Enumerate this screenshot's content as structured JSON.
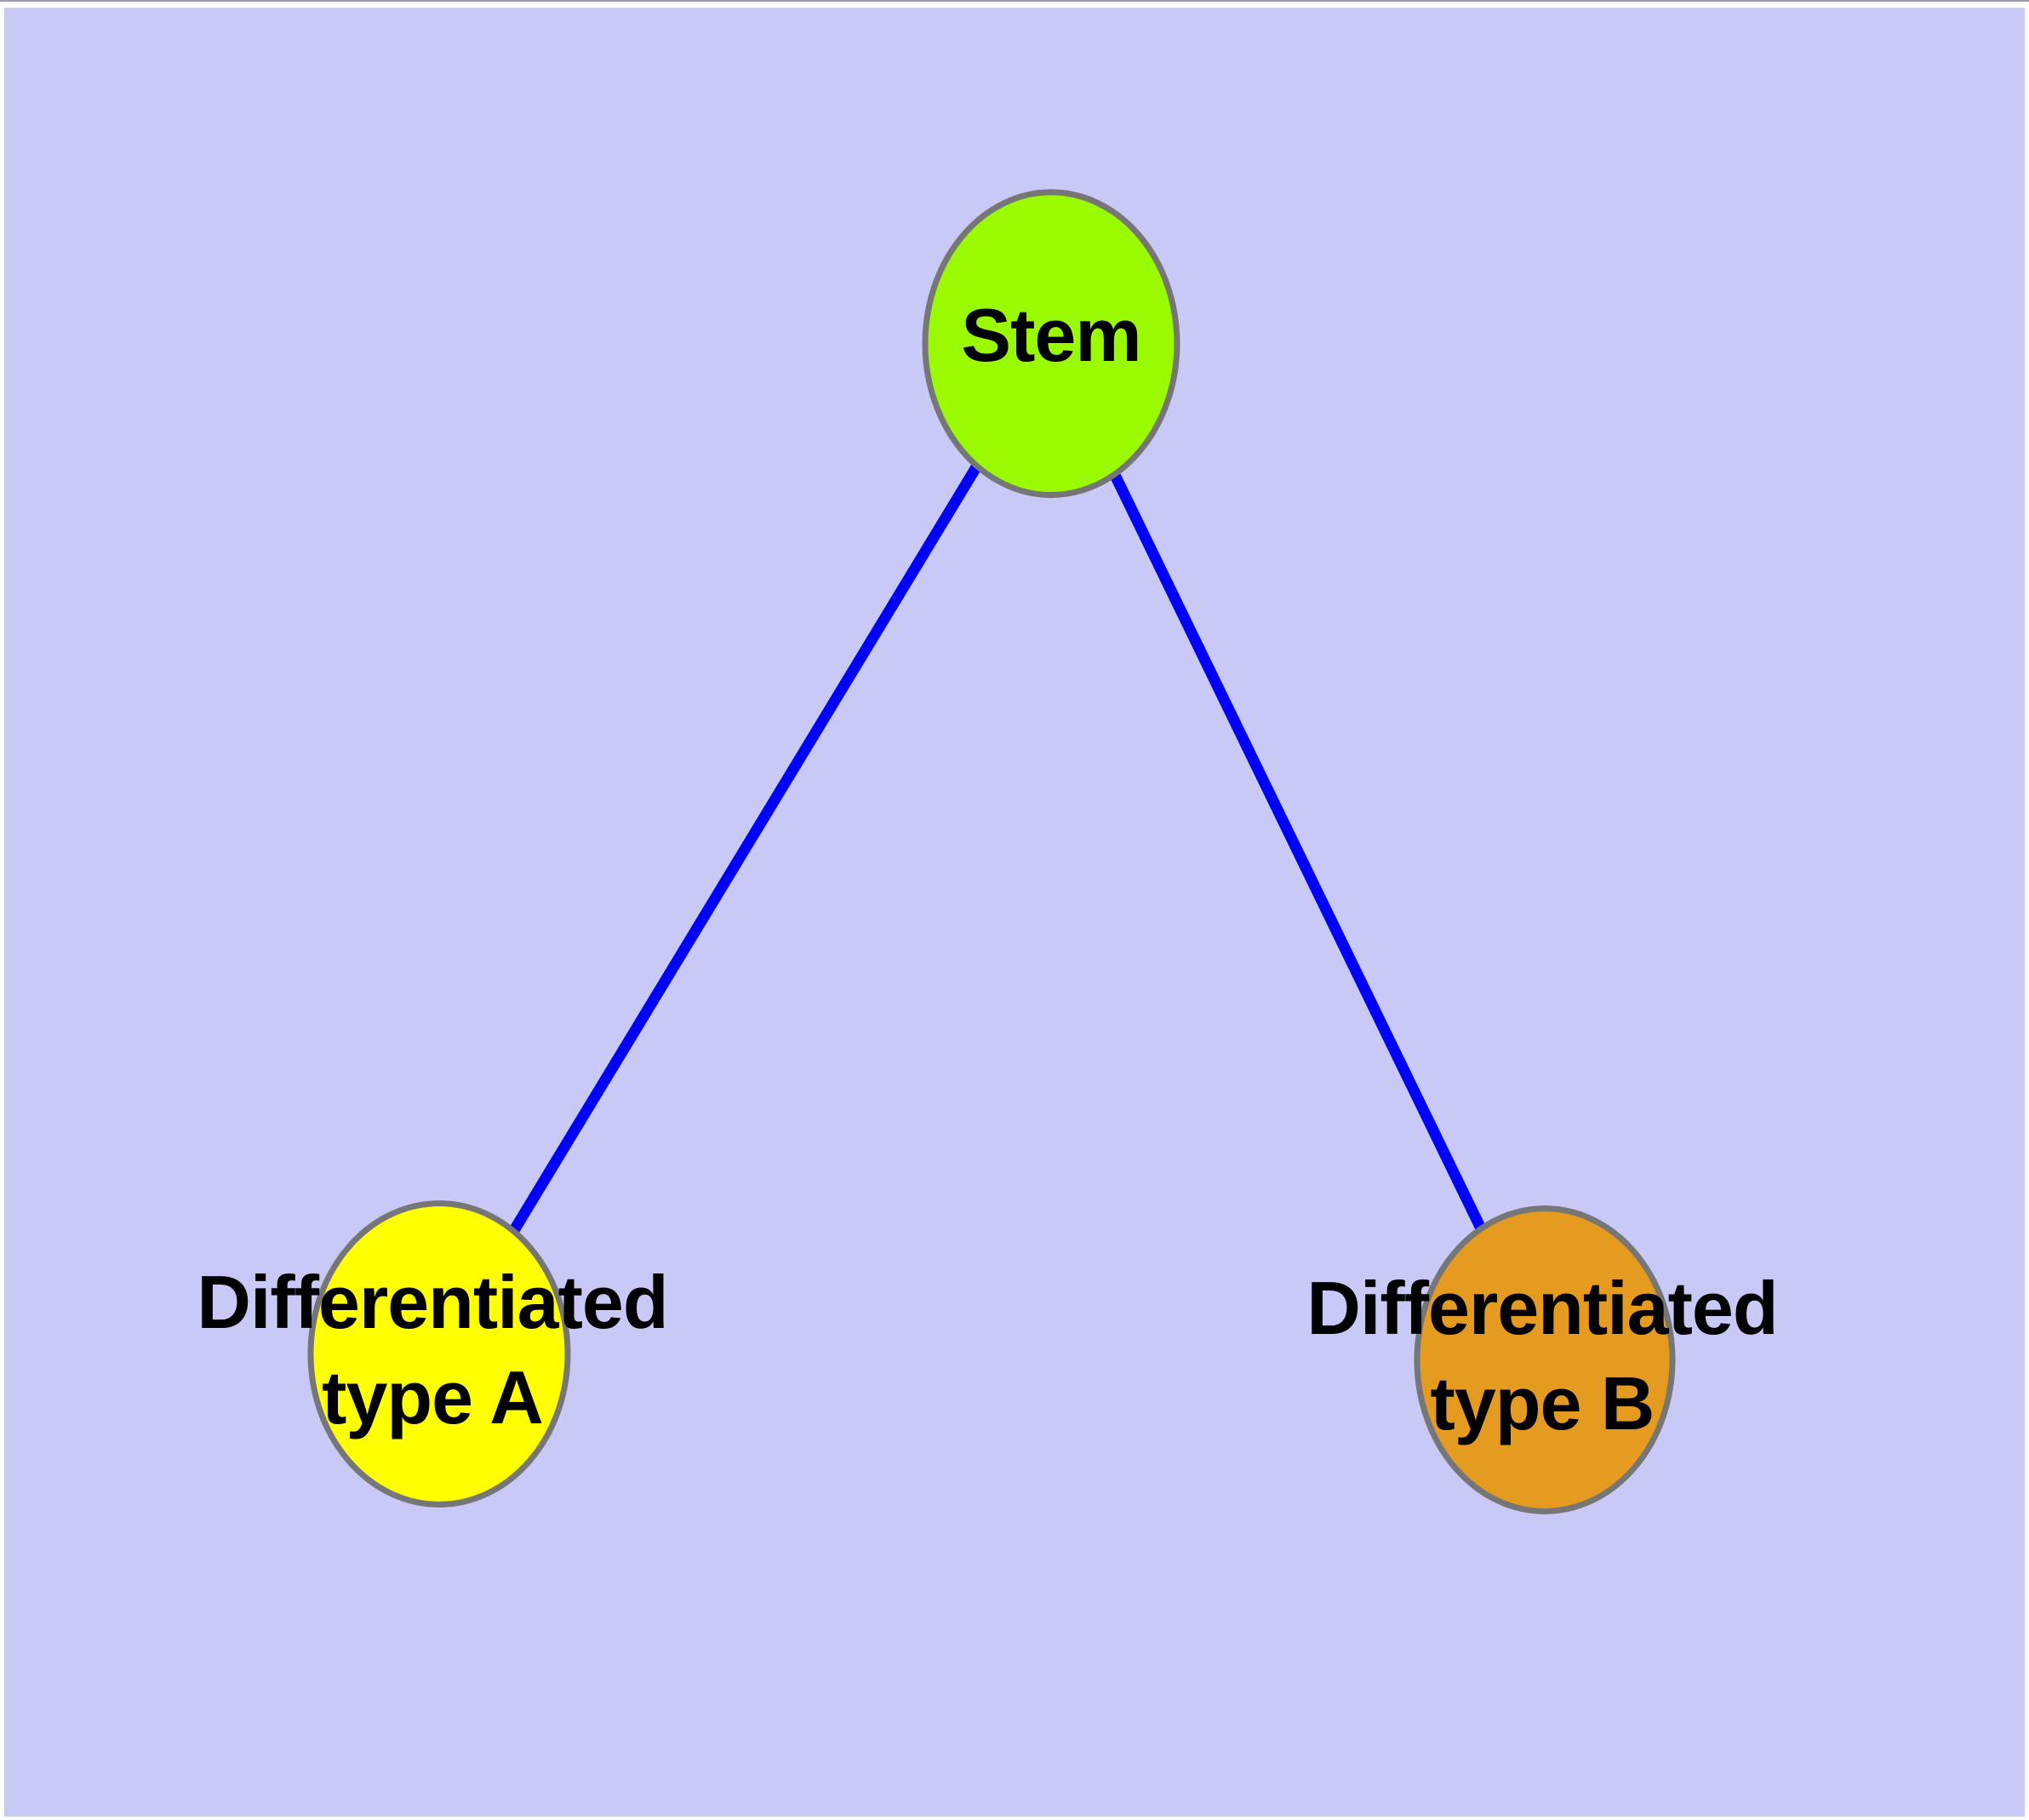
{
  "diagram": {
    "colors": {
      "background": "#C9C9F7",
      "frame": "#FFFFFF",
      "edge": "#0000FF",
      "node_border": "#767676",
      "label_text": "#000000",
      "stem_fill": "#9AFB00",
      "type_a_fill": "#FFFF00",
      "type_b_fill": "#E59B20"
    },
    "nodes": [
      {
        "id": "stem",
        "label": "Stem",
        "label_lines": [
          "Stem"
        ],
        "fill": "#9AFB00"
      },
      {
        "id": "differentiated-type-a",
        "label": "Differentiated type A",
        "label_lines": [
          "Differentiated",
          "type A"
        ],
        "fill": "#FFFF00"
      },
      {
        "id": "differentiated-type-b",
        "label": "Differentiated type B",
        "label_lines": [
          "Differentiated",
          "type B"
        ],
        "fill": "#E59B20"
      }
    ],
    "edges": [
      {
        "from": "Stem",
        "to": "Differentiated type A"
      },
      {
        "from": "Stem",
        "to": "Differentiated type B"
      }
    ]
  }
}
